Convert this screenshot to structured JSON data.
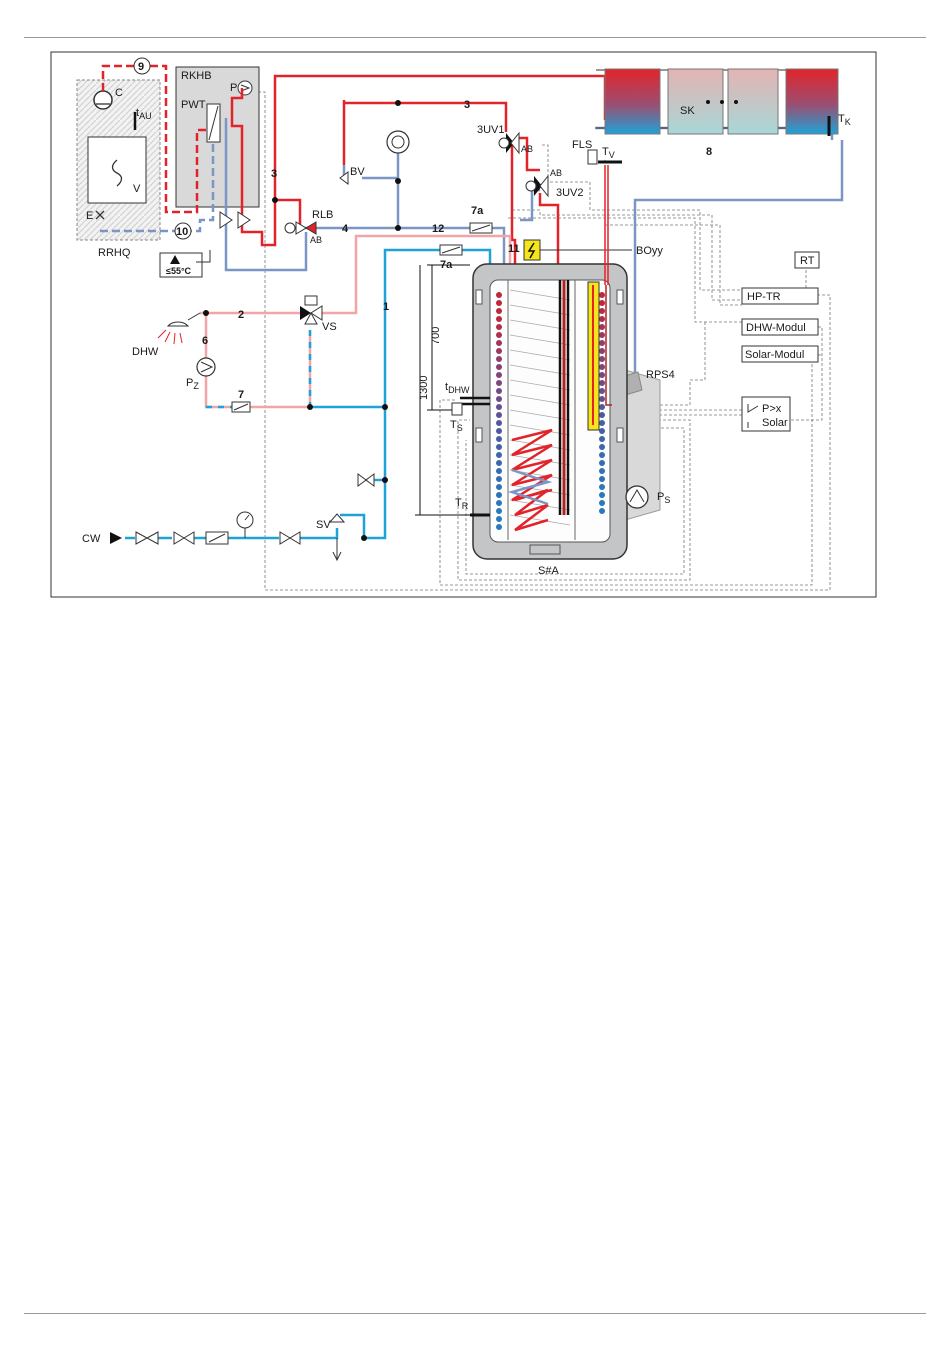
{
  "labels": {
    "c": "C",
    "t_au": "t",
    "t_au_sub": "AU",
    "v": "V",
    "e": "E",
    "rrhq": "RRHQ",
    "rkhb": "RKHB",
    "pwt": "PWT",
    "p": "P",
    "n9": "9",
    "n10": "10",
    "max_temp": "≤55°C",
    "n3_left": "3",
    "n3_top": "3",
    "rlb": "RLB",
    "ab_rlb": "AB",
    "n4": "4",
    "n12": "12",
    "bv": "BV",
    "uv1": "3UV1",
    "ab_uv1": "AB",
    "uv2": "3UV2",
    "ab_uv2": "AB",
    "fls": "FLS",
    "tv": "T",
    "tv_sub": "V",
    "sk": "SK",
    "n8": "8",
    "tk": "T",
    "tk_sub": "K",
    "n7a_top": "7a",
    "n7a_low": "7a",
    "n11": "11",
    "boyy": "BOyy",
    "rt": "RT",
    "hp_tr": "HP-TR",
    "dhw_modul": "DHW-Modul",
    "solar_modul": "Solar-Modul",
    "pgtx": "P>x",
    "solar": "Solar",
    "dhw": "DHW",
    "n2": "2",
    "vs": "VS",
    "n6": "6",
    "pz": "P",
    "pz_sub": "Z",
    "n7": "7",
    "n1": "1",
    "dim700": "700",
    "dim1300": "1300",
    "tdhw": "t",
    "tdhw_sub": "DHW",
    "ts": "T",
    "ts_sub": "S",
    "tr": "T",
    "tr_sub": "R",
    "rps4": "RPS4",
    "ps": "P",
    "ps_sub": "S",
    "sa": "S#A",
    "cw": "CW",
    "sv": "SV"
  },
  "colors": {
    "hot": "#e2242a",
    "return": "#7b96c5",
    "cold": "#1ea3d6",
    "dhw": "#f2a5a6",
    "control": "#777777",
    "box": "#d9d9d9",
    "tank": "#c4c5c7"
  }
}
